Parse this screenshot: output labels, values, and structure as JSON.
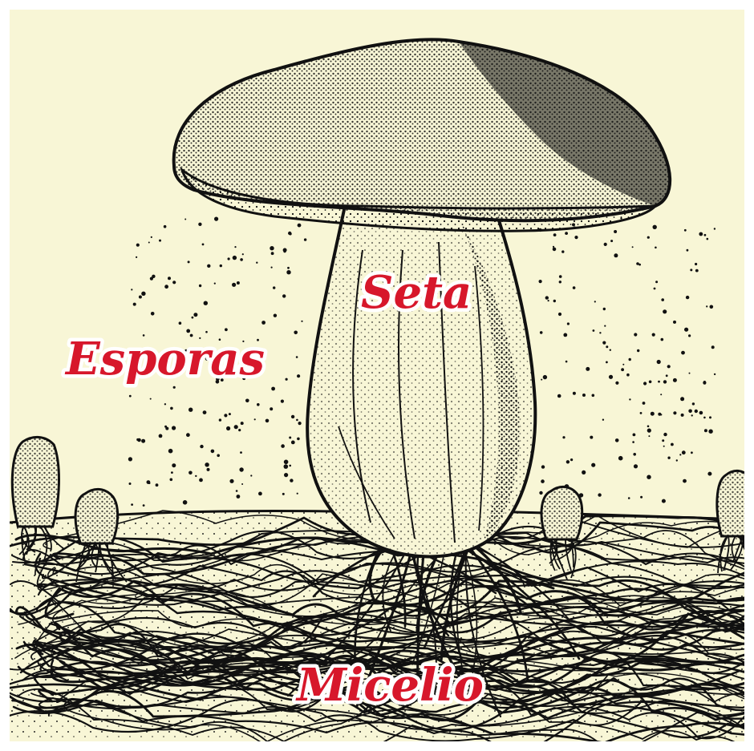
{
  "labels": {
    "spores": "Esporas",
    "fruiting_body": "Seta",
    "mycelium": "Micelio"
  },
  "colors": {
    "background": "#f8f6d6",
    "ink": "#111111",
    "label": "#d7172b",
    "label_outline": "#ffffff"
  }
}
